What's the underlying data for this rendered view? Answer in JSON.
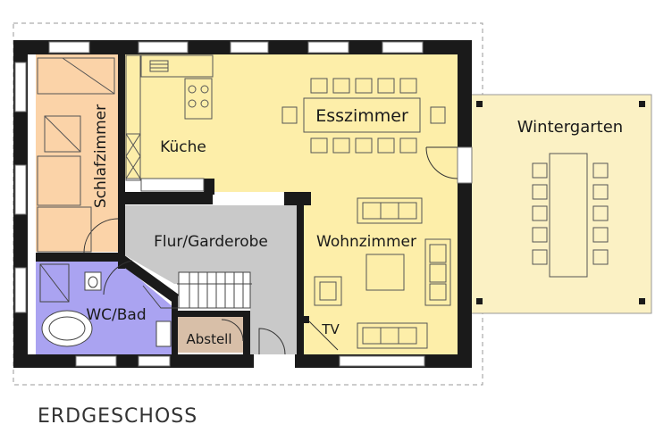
{
  "floor_title": "ERDGESCHOSS",
  "rooms": {
    "schlafzimmer": "Schlafzimmer",
    "kueche": "Küche",
    "esszimmer": "Esszimmer",
    "wintergarten": "Wintergarten",
    "flur": "Flur/Garderobe",
    "wohnzimmer": "Wohnzimmer",
    "wcbad": "WC/Bad",
    "abstell": "Abstell",
    "tv": "TV"
  },
  "colors": {
    "wall": "#1a1a1a",
    "living_area": "#fdeea9",
    "bedroom": "#fbd3a8",
    "bathroom": "#aaa3f1",
    "hall": "#c9c9c9",
    "storage": "#d8bfa8",
    "wintergarten": "#fbf1c4",
    "furniture_stroke": "#555555"
  }
}
